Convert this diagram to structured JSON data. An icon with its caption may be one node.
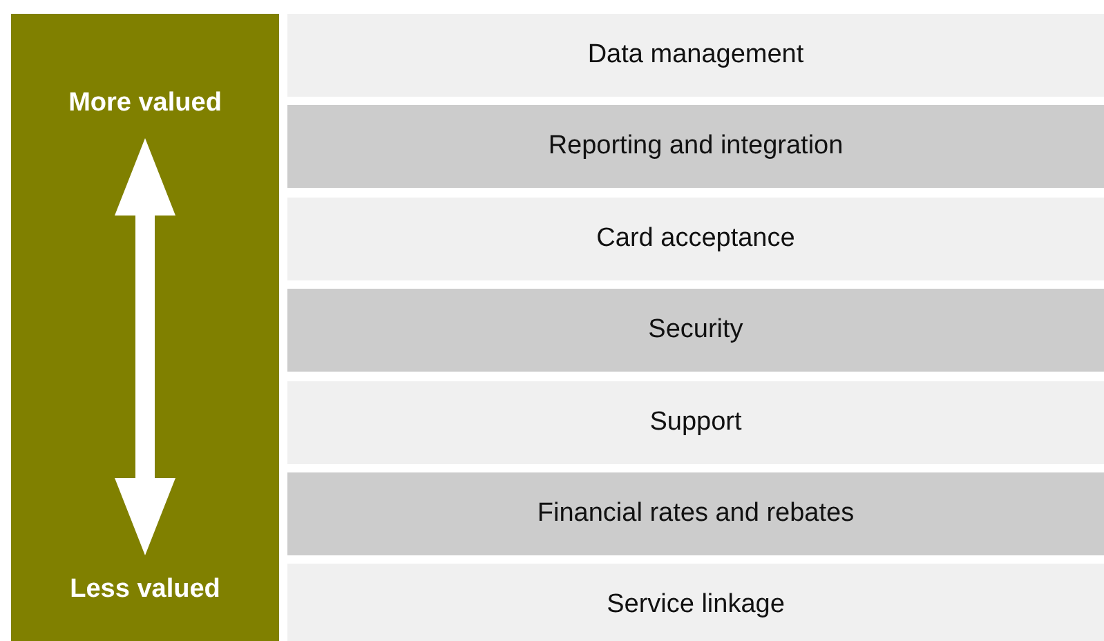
{
  "diagram": {
    "nodes": [
      {
        "text": [],
        "shape": "bar"
      },
      {
        "text": [
          "More valued"
        ],
        "in": 0
      },
      {
        "text": [
          "Less valued"
        ],
        "in": 0
      },
      {
        "text": [
          "Data management"
        ]
      },
      {
        "text": [
          "Reporting and integration"
        ]
      },
      {
        "text": [
          "Card acceptance"
        ]
      },
      {
        "text": [
          "Security"
        ]
      },
      {
        "text": [
          "Support"
        ]
      },
      {
        "text": [
          "Financial rates and rebates"
        ]
      },
      {
        "text": [
          "Service linkage"
        ]
      }
    ],
    "edges": [
      {
        "from": 1,
        "to": 2,
        "arrow": "both"
      }
    ]
  }
}
